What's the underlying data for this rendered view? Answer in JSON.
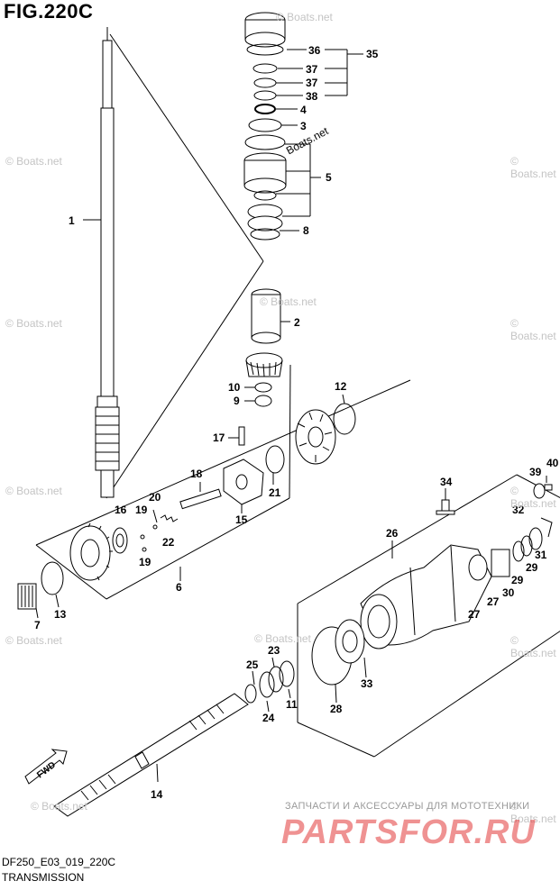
{
  "title": "FIG.220C",
  "footer": {
    "code": "DF250_E03_019_220C",
    "name": "TRANSMISSION"
  },
  "watermarks": {
    "site": "© Boats.net",
    "site_plain": "Boats.net",
    "shop_line": "ЗАПЧАСТИ И АКСЕССУАРЫ ДЛЯ МОТОТЕХНИКИ",
    "shop_logo": "PARTSFOR.RU"
  },
  "fwd_label": "FWD",
  "callouts": [
    "1",
    "2",
    "3",
    "4",
    "5",
    "6",
    "7",
    "8",
    "9",
    "10",
    "11",
    "12",
    "13",
    "14",
    "15",
    "16",
    "17",
    "18",
    "19",
    "19",
    "20",
    "21",
    "22",
    "23",
    "24",
    "25",
    "26",
    "27",
    "27",
    "28",
    "29",
    "29",
    "30",
    "31",
    "32",
    "33",
    "34",
    "35",
    "36",
    "37",
    "37",
    "38",
    "39",
    "40"
  ]
}
